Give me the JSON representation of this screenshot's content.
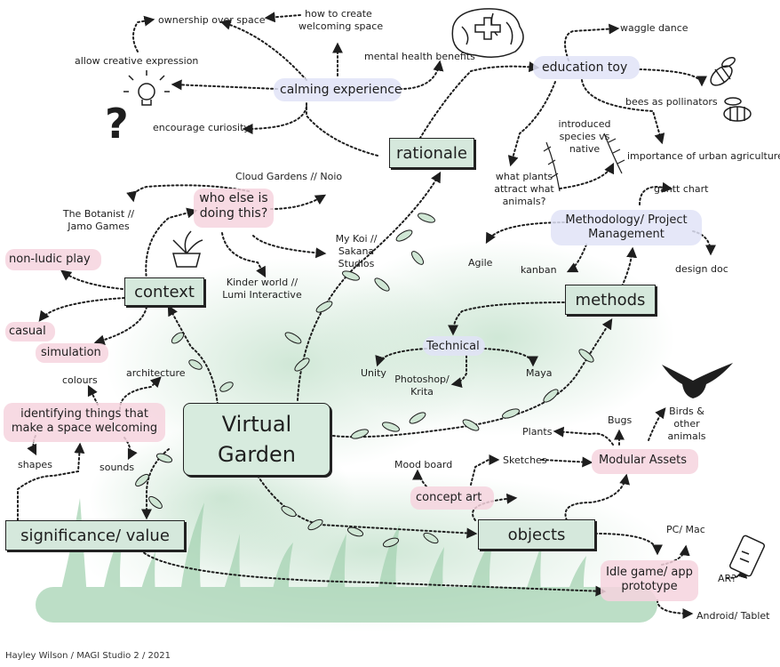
{
  "central": {
    "line1": "Virtual",
    "line2": "Garden"
  },
  "hubs": {
    "rationale": "rationale",
    "context": "context",
    "methods": "methods",
    "objects": "objects",
    "significance": "significance/ value"
  },
  "rationale_branch": {
    "calming": "calming experience",
    "ownership": "ownership over space",
    "welcoming_l1": "how to create",
    "welcoming_l2": "welcoming space",
    "mental_health": "mental health benefits",
    "creative": "allow creative expression",
    "curiosity": "encourage curiosity",
    "education_toy": "education toy",
    "waggle": "waggle dance",
    "pollinators": "bees as pollinators",
    "urban": "importance of urban agriculture",
    "introduced_l1": "introduced",
    "introduced_l2": "species vs",
    "introduced_l3": "native",
    "plants_attract_l1": "what plants",
    "plants_attract_l2": "attract what",
    "plants_attract_l3": "animals?"
  },
  "context_branch": {
    "who_else_l1": "who else is",
    "who_else_l2": "doing this?",
    "cloud_gardens": "Cloud Gardens // Noio",
    "botanist_l1": "The Botanist //",
    "botanist_l2": "Jamo Games",
    "my_koi_l1": "My Koi //",
    "my_koi_l2": "Sakana",
    "my_koi_l3": "Studios",
    "kinder_l1": "Kinder world //",
    "kinder_l2": "Lumi Interactive",
    "non_ludic": "non-ludic play",
    "casual": "casual",
    "simulation": "simulation"
  },
  "welcoming_branch": {
    "identifying_l1": "identifying things that",
    "identifying_l2": "make a space welcoming",
    "colours": "colours",
    "architecture": "architecture",
    "shapes": "shapes",
    "sounds": "sounds"
  },
  "methods_branch": {
    "methodology_l1": "Methodology/ Project",
    "methodology_l2": "Management",
    "gantt": "gantt chart",
    "agile": "Agile",
    "kanban": "kanban",
    "design_doc": "design doc",
    "technical": "Technical",
    "unity": "Unity",
    "photoshop_l1": "Photoshop/",
    "photoshop_l2": "Krita",
    "maya": "Maya"
  },
  "objects_branch": {
    "modular": "Modular Assets",
    "plants": "Plants",
    "bugs": "Bugs",
    "birds_l1": "Birds &",
    "birds_l2": "other",
    "birds_l3": "animals",
    "sketches": "Sketches",
    "mood_board": "Mood board",
    "concept_art": "concept art",
    "idle_l1": "Idle game/ app",
    "idle_l2": "prototype",
    "pc_mac": "PC/ Mac",
    "ar": "AR?",
    "android": "Android/ Tablet"
  },
  "credit": "Hayley Wilson / MAGI Studio 2 / 2021",
  "colors": {
    "hub_fill": "#d5e8dc",
    "pink_highlight": "#f6d3de",
    "blue_highlight": "#e1e3f7",
    "leaf": "#cfe6d4",
    "grass": "#9fcfae"
  }
}
